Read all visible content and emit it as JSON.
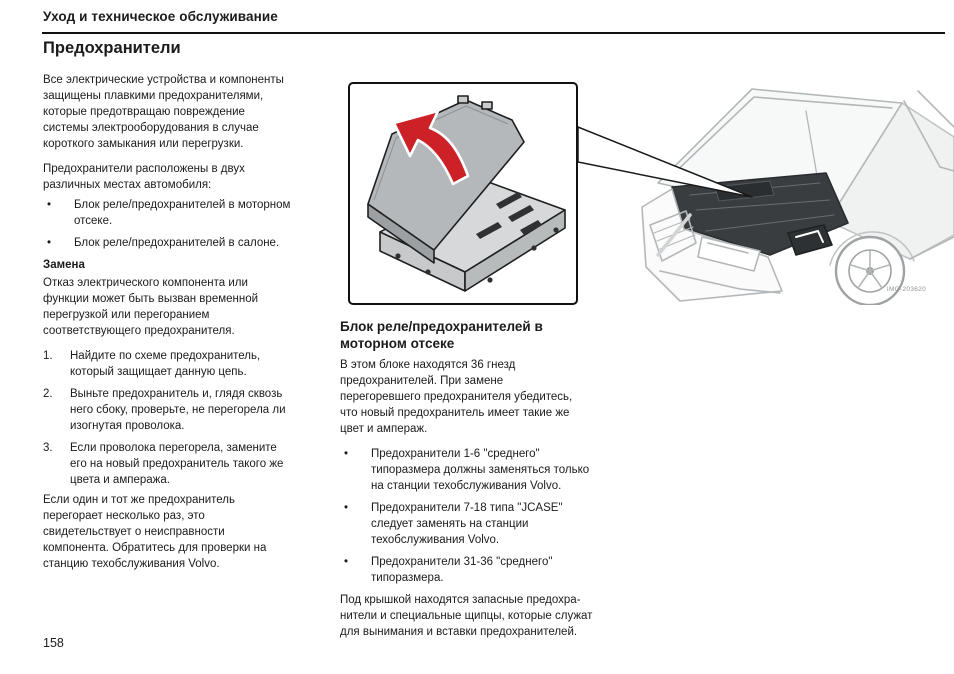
{
  "page": {
    "header": "Уход и техническое обслуживание",
    "title": "Предохранители",
    "page_number": "158"
  },
  "left_column": {
    "para1": "Все электрические устройства и компоненты\nзащищены плавкими предохранителями,\nкоторые предотвращаю повреждение\nсистемы электрооборудования в случае\nкороткого замыкания или перегрузки.",
    "para2": "Предохранители расположены в двух\nразличных местах автомобиля:",
    "bullet_char": "•",
    "bullets": [
      "Блок реле/предохранителей в моторном\nотсеке.",
      "Блок реле/предохранителей в салоне."
    ],
    "subheading": "Замена",
    "para3": "Отказ электрического компонента или\nфункции может быть вызван временной\nперегрузкой или перегоранием\nсоответствующего предохранителя.",
    "steps": [
      {
        "num": "1.",
        "text": "Найдите по схеме предохранитель,\nкоторый защищает данную цепь."
      },
      {
        "num": "2.",
        "text": "Выньте предохранитель и, глядя сквозь\nнего сбоку, проверьте, не перегорела ли\nизогнутая проволока."
      },
      {
        "num": "3.",
        "text": "Если проволока перегорела, замените\nего на новый предохранитель такого же\nцвета и ампеража."
      }
    ],
    "para4": "Если один и тот же предохранитель\nперегорает несколько раз, это\nсвидетельствует о неисправности\nкомпонента. Обратитесь для проверки на\nстанцию техобслуживания Volvo."
  },
  "middle_column": {
    "heading": "Блок реле/предохранителей в\nмоторном отсеке",
    "para1": "В этом блоке находятся 36 гнезд\nпредохранителей. При замене\nперегоревшего предохранителя убедитесь,\nчто новый предохранитель имеет такие же\nцвет и ампераж.",
    "bullet_char": "•",
    "bullets": [
      "Предохранители 1-6 \"среднего\"\nтипоразмера должны заменяться только\nна станции техобслуживания Volvo.",
      "Предохранители 7-18 типа \"JCASE\"\nследует заменять на станции\nтехобслуживания Volvo.",
      "Предохранители 31-36 \"среднего\"\nтипоразмера."
    ],
    "para2": "Под крышкой находятся запасные предохра-\nнители и специальные щипцы, которые служат\nдля вынимания и вставки предохранителей."
  },
  "figure": {
    "image_code": "IMG-203620",
    "colors": {
      "arrow_red": "#cc2127",
      "lid_gray": "#b5b8ba",
      "body_gray": "#d6d8d9",
      "car_line_gray": "#b4b7b9",
      "engine_dark": "#3a3d3f"
    }
  }
}
